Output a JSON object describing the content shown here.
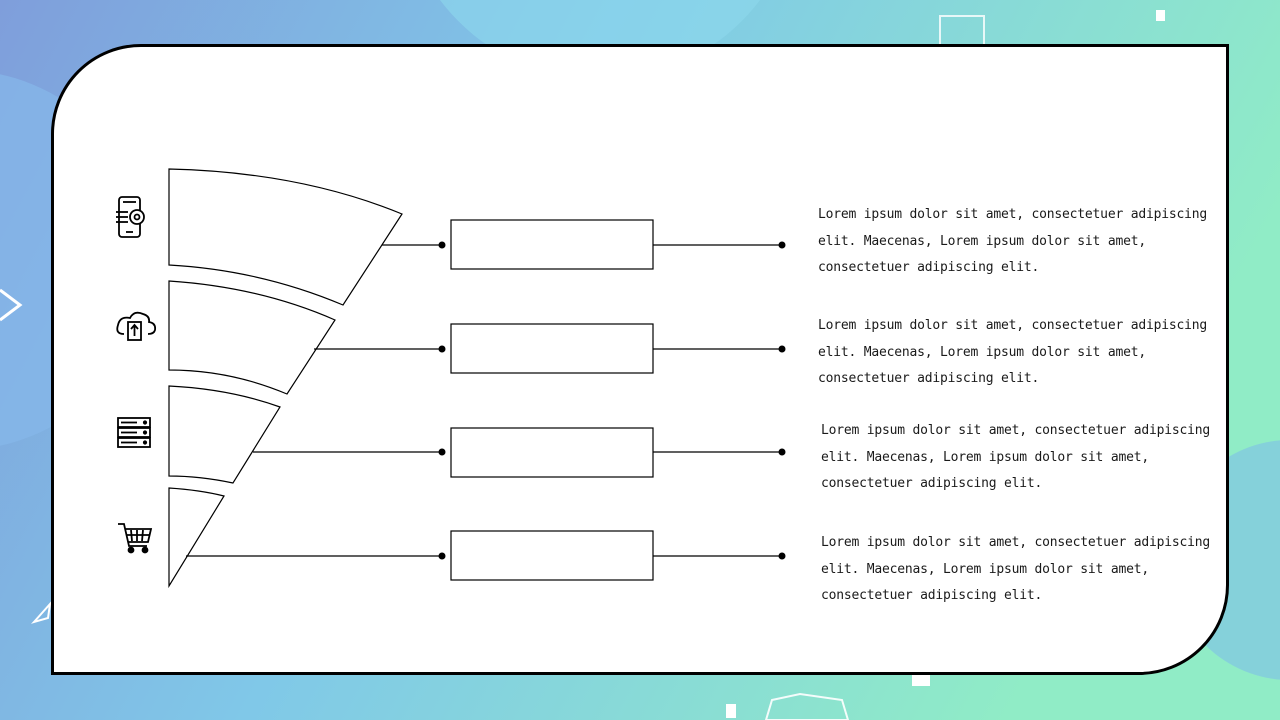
{
  "slide": {
    "colors": {
      "background_start": "#7f9fdc",
      "background_end": "#8fe8c8",
      "card": "#ffffff",
      "stroke": "#000000"
    },
    "stages": [
      {
        "icon": "smartphone-gear-icon",
        "box_label": "",
        "description": "Lorem ipsum dolor sit amet, consectetuer adipiscing elit. Maecenas, Lorem ipsum dolor sit amet, consectetuer adipiscing elit."
      },
      {
        "icon": "cloud-upload-icon",
        "box_label": "",
        "description": "Lorem ipsum dolor sit amet, consectetuer adipiscing elit. Maecenas, Lorem ipsum dolor sit amet, consectetuer adipiscing elit."
      },
      {
        "icon": "server-icon",
        "box_label": "",
        "description": "Lorem ipsum dolor sit amet, consectetuer adipiscing elit. Maecenas, Lorem ipsum dolor sit amet, consectetuer adipiscing elit."
      },
      {
        "icon": "shopping-cart-icon",
        "box_label": "",
        "description": "Lorem ipsum dolor sit amet, consectetuer adipiscing elit. Maecenas, Lorem ipsum dolor sit amet, consectetuer adipiscing elit."
      }
    ]
  }
}
